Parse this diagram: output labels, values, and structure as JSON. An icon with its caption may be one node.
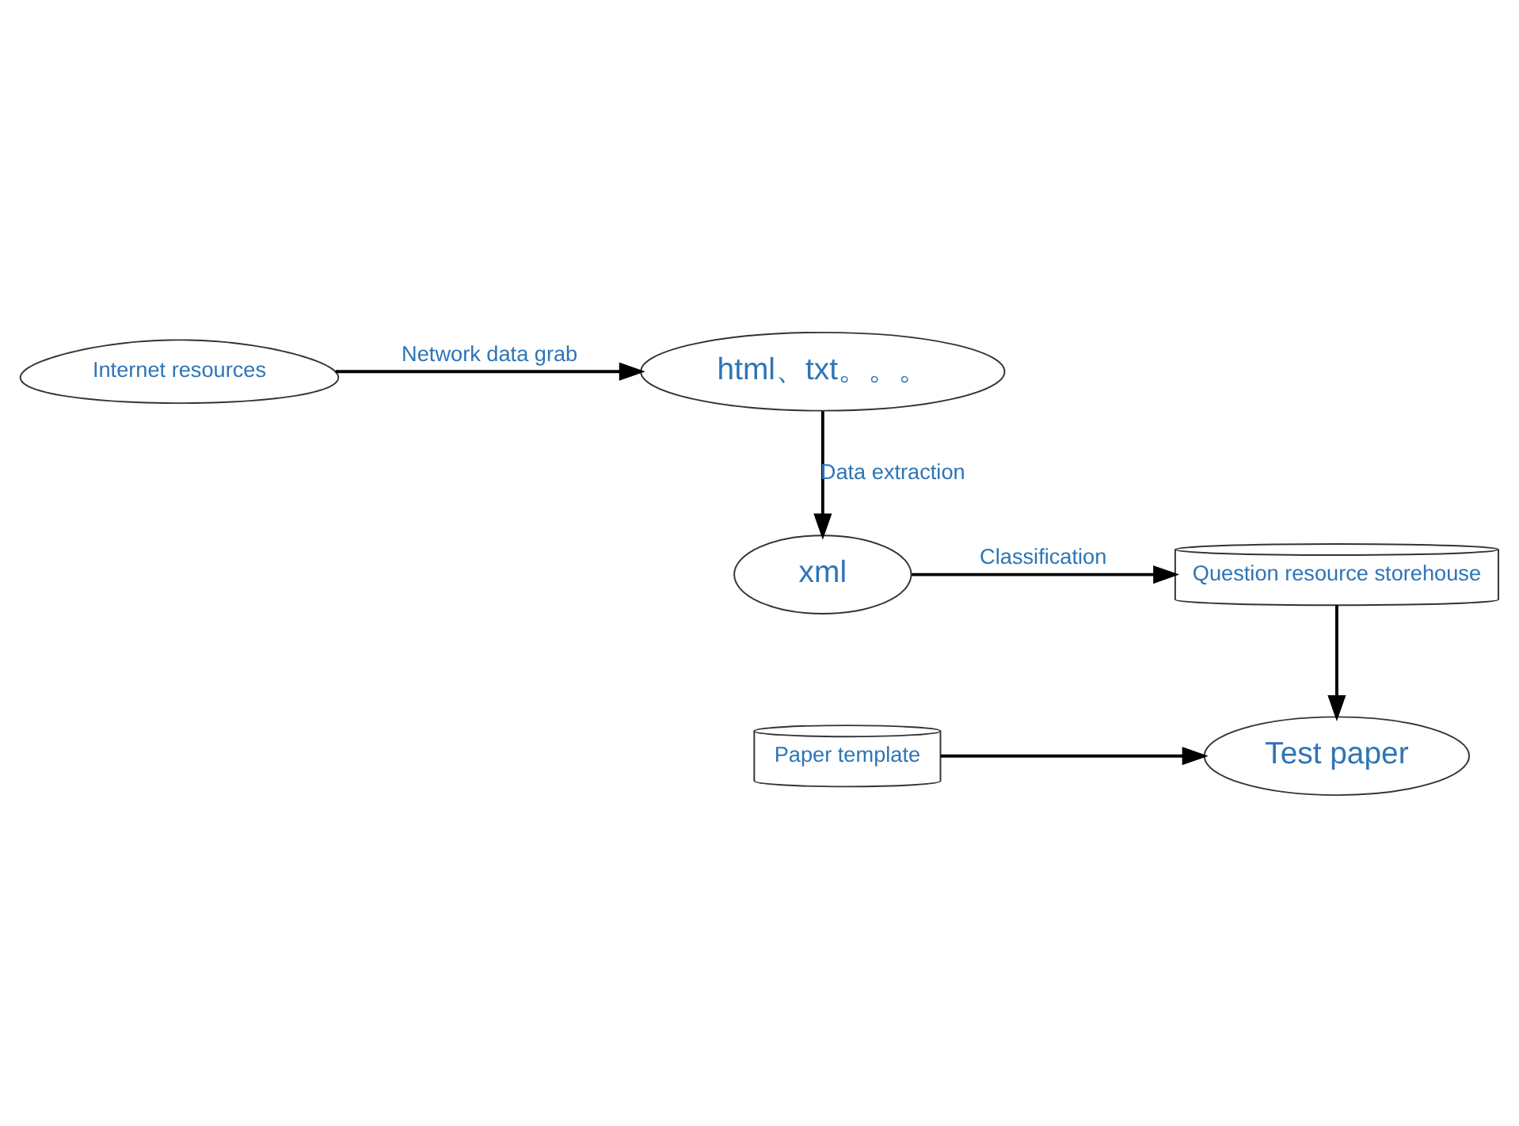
{
  "diagram": {
    "nodes": [
      {
        "text": [
          "Internet resources"
        ]
      },
      {
        "text": [
          "html、txt。。。"
        ]
      },
      {
        "text": [
          "xml"
        ]
      },
      {
        "text": [
          "Question resource storehouse"
        ]
      },
      {
        "text": [
          "Paper template"
        ]
      },
      {
        "text": [
          "Test paper"
        ]
      }
    ],
    "edges": [
      {
        "from": 0,
        "to": 1,
        "arrow": "to",
        "label": "Network data grab"
      },
      {
        "from": 1,
        "to": 2,
        "arrow": "to",
        "label": "Data extraction"
      },
      {
        "from": 2,
        "to": 3,
        "arrow": "to",
        "label": "Classification"
      },
      {
        "from": 3,
        "to": 5,
        "arrow": "to"
      },
      {
        "from": 4,
        "to": 5,
        "arrow": "to"
      }
    ]
  }
}
